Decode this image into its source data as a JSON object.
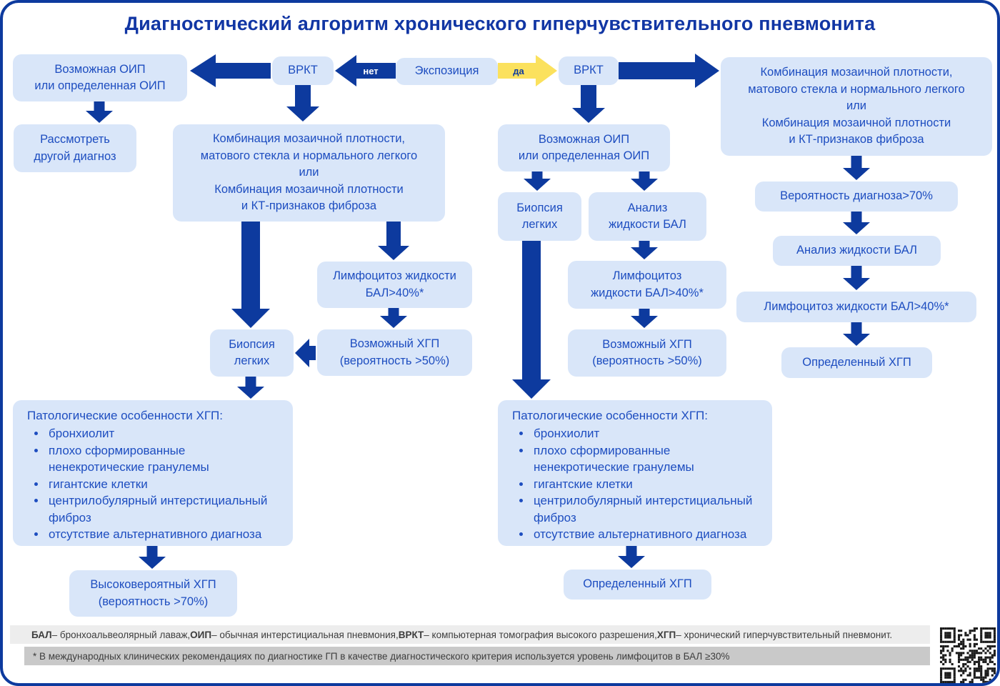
{
  "title": "Диагностический алгоритм хронического гиперчувствительного пневмонита",
  "labels": {
    "no": "нет",
    "yes": "да"
  },
  "boxes": {
    "possible_uip": "Возможная ОИП\nили определенная ОИП",
    "vrkt": "ВРКТ",
    "exposure": "Экспозиция",
    "combination": "Комбинация мозаичной плотности,\nматового стекла и нормального легкого\nили\nКомбинация мозаичной плотности\nи КТ-признаков фиброза",
    "consider_other": "Рассмотреть\nдругой диагноз",
    "lymphocytosis_left": "Лимфоцитоз жидкости\nБАЛ>40%*",
    "lymphocytosis_mid": "Лимфоцитоз\nжидкости БАЛ>40%*",
    "lymphocytosis_right": "Лимфоцитоз жидкости БАЛ>40%*",
    "biopsy": "Биопсия\nлегких",
    "possible_hp": "Возможный ХГП\n(вероятность >50%)",
    "analysis_mid": "Анализ\nжидкости БАЛ",
    "analysis_right": "Анализ жидкости БАЛ",
    "high_probability_hp": "Высоковероятный ХГП\n(вероятность >70%)",
    "definite_hp": "Определенный ХГП",
    "probability_70": "Вероятность диагноза>70%"
  },
  "pathology": {
    "title": "Патологические особенности ХГП:",
    "items": [
      "бронхиолит",
      "плохо сформированные ненекротические гранулемы",
      "гигантские клетки",
      "центрилобулярный интерстициальный фиброз",
      "отсутствие альтернативного диагноза"
    ]
  },
  "footnotes": {
    "abbreviations": [
      {
        "text": "БАЛ",
        "bold": true
      },
      {
        "text": " – бронхоальвеолярный лаваж, ",
        "bold": false
      },
      {
        "text": "ОИП",
        "bold": true
      },
      {
        "text": " – обычная интерстициальная пневмония, ",
        "bold": false
      },
      {
        "text": "ВРКТ",
        "bold": true
      },
      {
        "text": " – компьютерная томография высокого разрешения, ",
        "bold": false
      },
      {
        "text": "ХГП",
        "bold": true
      },
      {
        "text": " – хронический гиперчувствительный пневмонит.",
        "bold": false
      }
    ],
    "asterisk": "* В международных клинических рекомендациях по диагностике ГП в качестве диагностического критерия используется уровень лимфоцитов в БАЛ ≥30%"
  },
  "colors": {
    "accent_navy": "#0d3a9e",
    "box_fill": "#d9e6f9",
    "box_text": "#1d4dc0",
    "yes_yellow": "#fbe15d"
  }
}
